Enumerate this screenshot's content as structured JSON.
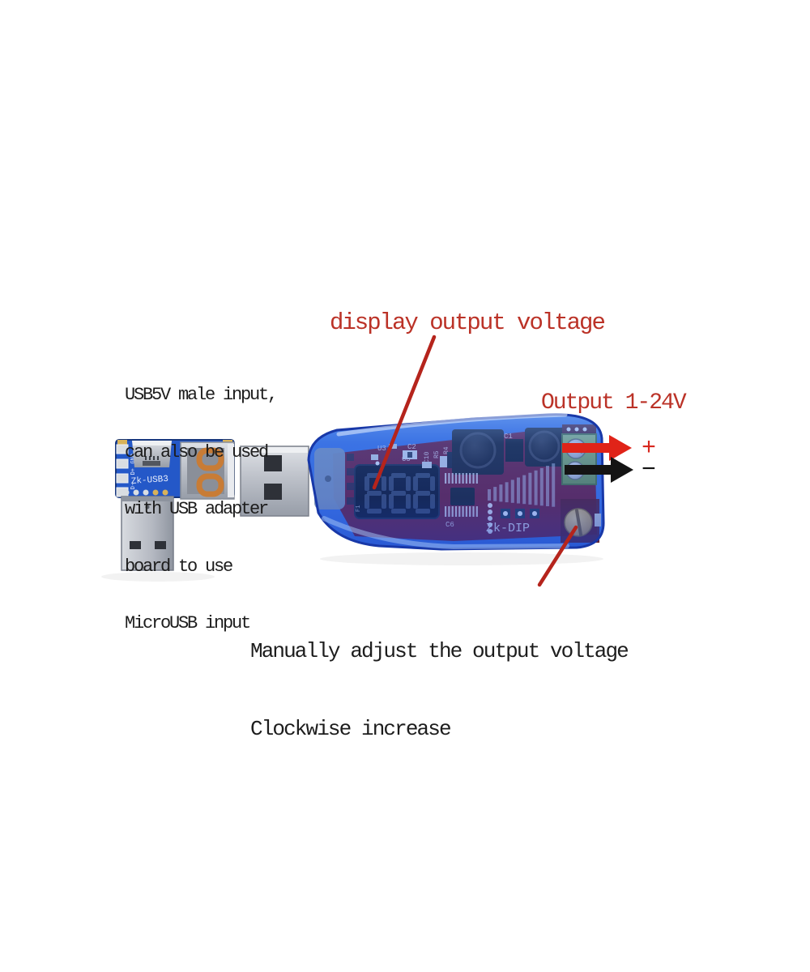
{
  "colors": {
    "annotation_red": "#bb3227",
    "leader_red": "#b5241c",
    "arrow_red": "#e02318",
    "arrow_black": "#141414",
    "text_black": "#1d1d1d",
    "case_blue": "#3a6fe0",
    "pcb_maroon": "#6d1430",
    "terminal_green": "#7ca457",
    "metal_silver": "#c3c7ce",
    "contact_orange": "#c87c36",
    "pot_brass": "#c9a35a",
    "background": "#ffffff"
  },
  "annotations": {
    "display_voltage_label": "display output voltage",
    "input_note_lines": [
      "USB5V male input,",
      "can also be used",
      "with USB adapter",
      "board to use",
      "MicroUSB input"
    ],
    "output_label": "Output 1-24V",
    "output_plus": "+",
    "output_minus": "−",
    "adjust_note_lines": [
      "Manually adjust the output voltage",
      "Clockwise increase"
    ]
  },
  "device": {
    "main_module": {
      "display_digits": "888",
      "silkscreen": {
        "u3": "U3",
        "c2": "C2",
        "c5": "C5",
        "c10": "C10",
        "r5": "R5",
        "r4": "R4",
        "c1": "C1",
        "c6": "C6",
        "f1": "F1",
        "zk_dip": "Zk-DIP"
      }
    },
    "adapter_board": {
      "silkscreen_label": "Zk-USB3",
      "pin_labels": [
        "GND",
        "D+",
        "D-",
        "5V"
      ]
    }
  }
}
